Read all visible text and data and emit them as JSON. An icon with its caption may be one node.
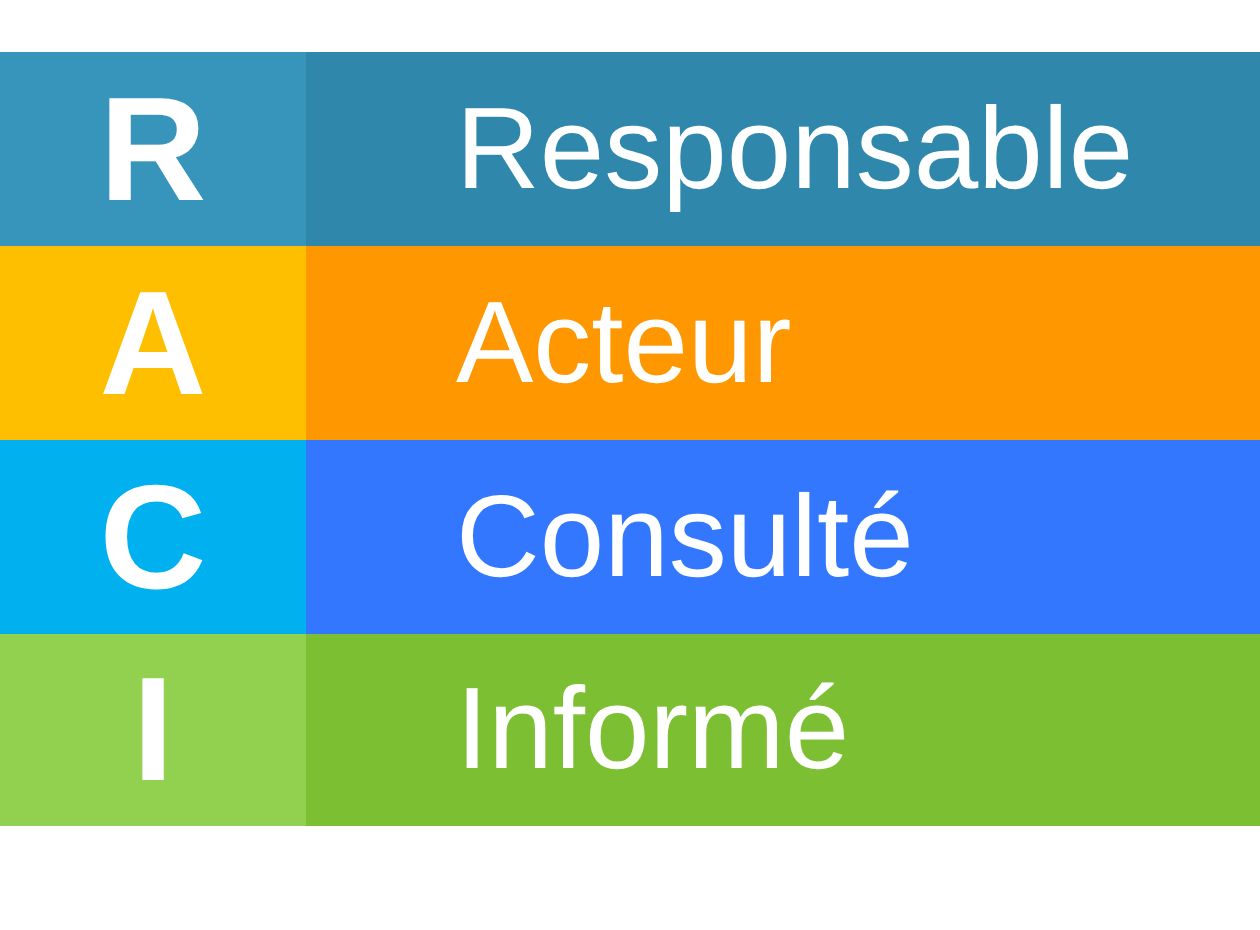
{
  "diagram": {
    "nodes": [
      {
        "text": [
          "R"
        ]
      },
      {
        "text": [
          "Responsable"
        ]
      },
      {
        "text": [
          "A"
        ]
      },
      {
        "text": [
          "Acteur"
        ]
      },
      {
        "text": [
          "C"
        ]
      },
      {
        "text": [
          "Consulté"
        ]
      },
      {
        "text": [
          "I"
        ]
      },
      {
        "text": [
          "Informé"
        ]
      }
    ]
  }
}
